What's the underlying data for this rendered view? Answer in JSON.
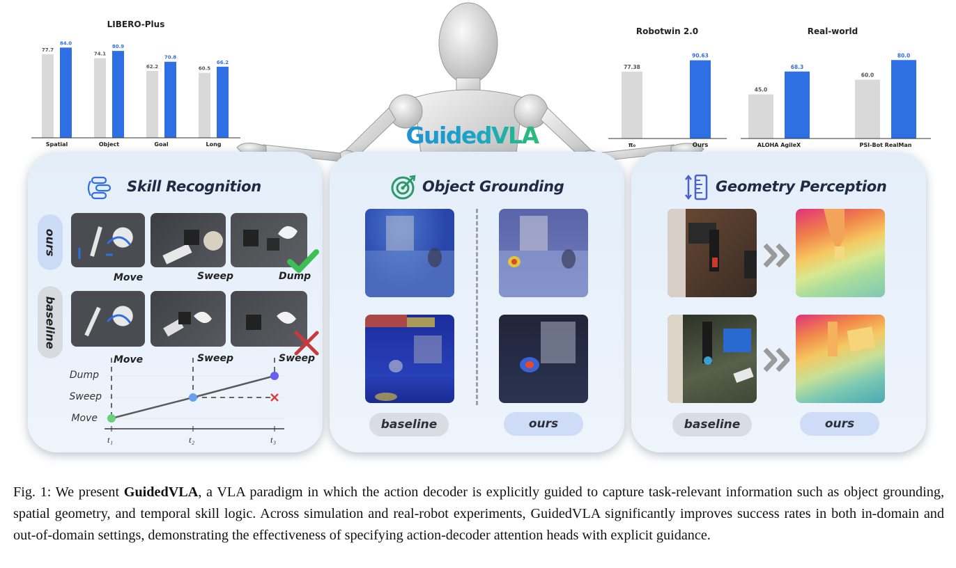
{
  "chart_data": [
    {
      "type": "bar",
      "title": "LIBERO-Plus",
      "categories": [
        "Spatial",
        "Object",
        "Goal",
        "Long"
      ],
      "series": [
        {
          "values": [
            77.7,
            74.1,
            62.2,
            60.5
          ],
          "color": "#d9d9d9"
        },
        {
          "values": [
            84.0,
            80.9,
            70.8,
            66.2
          ],
          "color": "#2f6fe4"
        }
      ],
      "labels": [
        [
          "77.7",
          "74.1",
          "62.2",
          "60.5"
        ],
        [
          "84.0",
          "80.9",
          "70.8",
          "66.2"
        ]
      ],
      "ylim": [
        0,
        92
      ]
    },
    {
      "type": "bar",
      "title": "Robotwin 2.0",
      "categories": [
        "π₀",
        "Ours"
      ],
      "values": [
        77.38,
        90.63
      ],
      "labels": [
        "77.38",
        "90.63"
      ],
      "colors": [
        "#d9d9d9",
        "#2f6fe4"
      ],
      "ylim": [
        0,
        100
      ]
    },
    {
      "type": "bar",
      "title": "Real-world",
      "categories": [
        "ALOHA AgileX",
        "PSI-Bot RealMan"
      ],
      "series": [
        {
          "values": [
            45.0,
            60.0
          ],
          "color": "#d9d9d9"
        },
        {
          "values": [
            68.3,
            80.0
          ],
          "color": "#2f6fe4"
        }
      ],
      "labels": [
        [
          "45.0",
          "60.0"
        ],
        [
          "68.3",
          "80.0"
        ]
      ],
      "ylim": [
        0,
        88
      ]
    }
  ],
  "logo": {
    "text": "GuidedVLA"
  },
  "panels": {
    "skill": {
      "title": "Skill Recognition",
      "row_ours": "ours",
      "row_baseline": "baseline",
      "ours_labels": [
        "Move",
        "Sweep",
        "Dump"
      ],
      "baseline_labels": [
        "Move",
        "Sweep",
        "Sweep"
      ],
      "plot": {
        "y_levels": [
          "Dump",
          "Sweep",
          "Move"
        ],
        "x_ticks": [
          "t₁",
          "t₂",
          "t₃"
        ]
      }
    },
    "object": {
      "title": "Object Grounding",
      "baseline": "baseline",
      "ours": "ours"
    },
    "geometry": {
      "title": "Geometry Perception",
      "baseline": "baseline",
      "ours": "ours"
    }
  },
  "caption": {
    "prefix": "Fig. 1: We present ",
    "bold": "GuidedVLA",
    "rest": ", a VLA paradigm in which the action decoder is explicitly guided to capture task-relevant information such as object grounding, spatial geometry, and temporal skill logic. Across simulation and real-robot experiments, GuidedVLA significantly improves success rates in both in-domain and out-of-domain settings, demonstrating the effectiveness of specifying action-decoder attention heads with explicit guidance."
  },
  "colors": {
    "ours": "#2f6fe4",
    "baseline": "#d9d9d9",
    "accent_green": "#3cbf55",
    "accent_red": "#c83a3a"
  }
}
